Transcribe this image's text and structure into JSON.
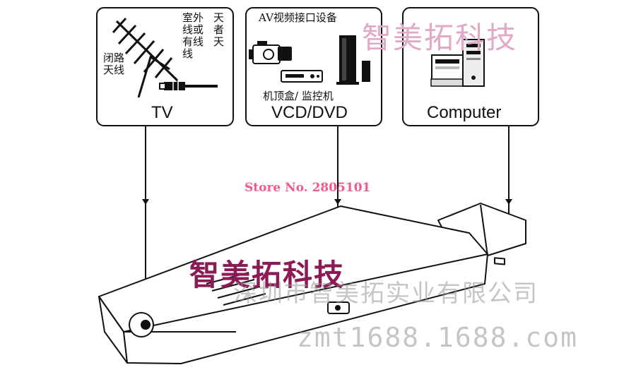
{
  "boxes": {
    "tv": {
      "caption": "TV",
      "label_left_1": "闭路",
      "label_left_2": "天线",
      "label_right_1": "室外",
      "label_right_2": "线或",
      "label_right_3": "有线",
      "label_right_4": "线",
      "label_right_5": "天",
      "label_right_6": "者",
      "label_right_7": "天"
    },
    "vcd": {
      "caption": "VCD/DVD",
      "top_label": "AV视频接口设备",
      "bottom_label": "机顶盒/ 监控机"
    },
    "computer": {
      "caption": "Computer"
    }
  },
  "watermarks": {
    "brand_top": "智美拓科技",
    "brand_mid": "智美拓科技",
    "store": "Store No. 2805101",
    "company": "深圳市智美拓实业有限公司",
    "url": "zmt1688.1688.com"
  }
}
